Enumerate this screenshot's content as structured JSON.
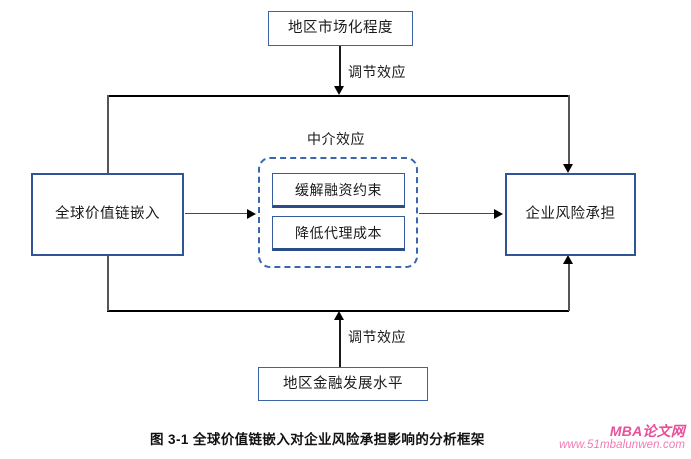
{
  "figure": {
    "caption": "图 3-1  全球价值链嵌入对企业风险承担影响的分析框架"
  },
  "nodes": {
    "top_moderator": "地区市场化程度",
    "bottom_moderator": "地区金融发展水平",
    "independent": "全球价值链嵌入",
    "dependent": "企业风险承担",
    "mediator_group_label": "中介效应",
    "mediators": [
      "缓解融资约束",
      "降低代理成本"
    ]
  },
  "edge_labels": {
    "top_moderation": "调节效应",
    "bottom_moderation": "调节效应"
  },
  "colors": {
    "box_border": "#2f5597",
    "dashed_border": "#3a66b0",
    "mediator_shadow": "#2b4d86",
    "connector": "#000000",
    "watermark_main": "#e8509a",
    "watermark_sub": "#f07ab4"
  },
  "watermark": {
    "main": "MBA论文网",
    "sub": "www.51mbalunwen.com"
  }
}
